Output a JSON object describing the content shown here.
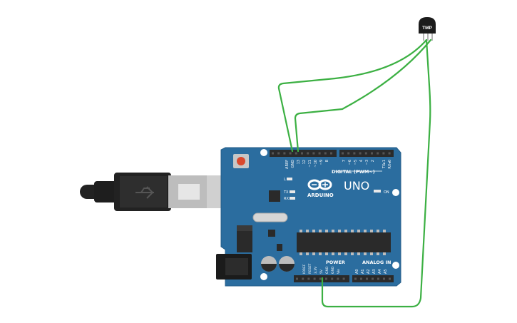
{
  "sensor": {
    "label": "TMP"
  },
  "board": {
    "brand": "ARDUINO",
    "model": "UNO",
    "digital_label": "DIGITAL (PWM~)",
    "power_label": "POWER",
    "analog_label": "ANALOG IN",
    "led_l": "L",
    "led_tx": "TX",
    "led_rx": "RX",
    "on_label": "ON",
    "digital_pins": [
      "AREF",
      "GND",
      "13",
      "12",
      "~11",
      "~10",
      "~9",
      "8",
      "7",
      "~6",
      "~5",
      "4",
      "~3",
      "2",
      "TX▸1",
      "RX◂0"
    ],
    "power_pins": [
      "IOREF",
      "RESET",
      "3.3V",
      "5V",
      "GND",
      "GND",
      "Vin"
    ],
    "analog_pins": [
      "A0",
      "A1",
      "A2",
      "A3",
      "A4",
      "A5"
    ]
  },
  "colors": {
    "board": "#2b6d9f",
    "board_edge": "#245d88",
    "wire": "#3cb043",
    "header": "#2a2a2a",
    "usb_cable": "#1f1f1f",
    "usb_connector": "#c8c8c8"
  }
}
